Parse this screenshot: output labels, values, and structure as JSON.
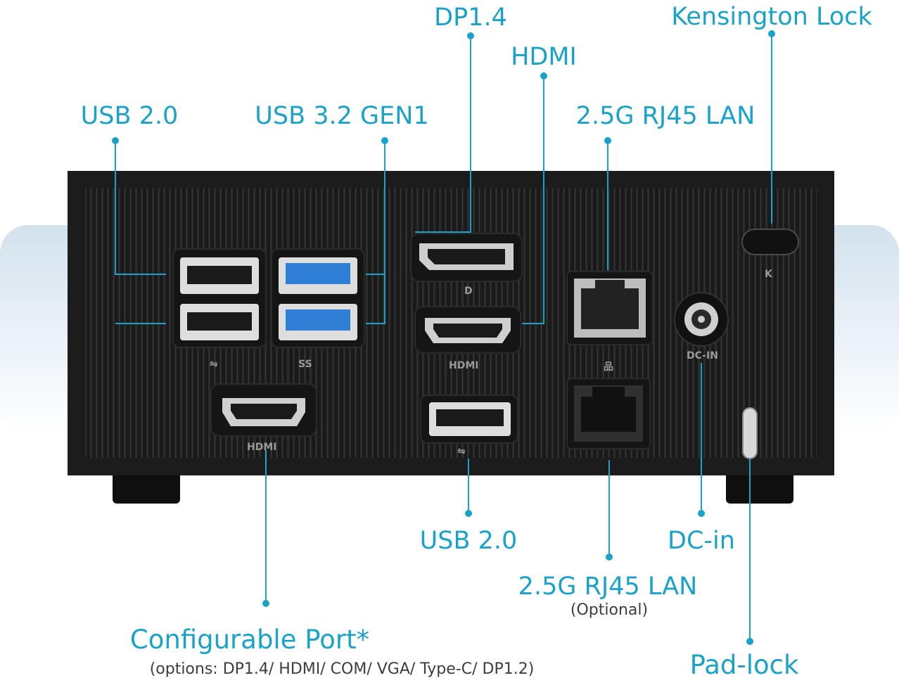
{
  "labels": {
    "dp14": "DP1.4",
    "kensington": "Kensington Lock",
    "hdmi": "HDMI",
    "usb2_top": "USB 2.0",
    "usb32": "USB 3.2 GEN1",
    "lan_top": "2.5G RJ45 LAN",
    "usb2_bottom": "USB 2.0",
    "dcin": "DC-in",
    "lan_bottom": "2.5G RJ45 LAN",
    "lan_bottom_note": "(Optional)",
    "configurable": "Configurable Port*",
    "configurable_note": "(options: DP1.4/ HDMI/ COM/ VGA/ Type-C/ DP1.2)",
    "padlock": "Pad-lock"
  },
  "port_markings": {
    "hdmi_main": "HDMI",
    "hdmi_config": "HDMI",
    "dcin": "DC-IN",
    "ss": "SS"
  },
  "colors": {
    "accent": "#1aa3c9",
    "chassis": "#1c1c1c",
    "backdrop": "#dce8f1",
    "usb3_blue": "#2f7fd6"
  }
}
